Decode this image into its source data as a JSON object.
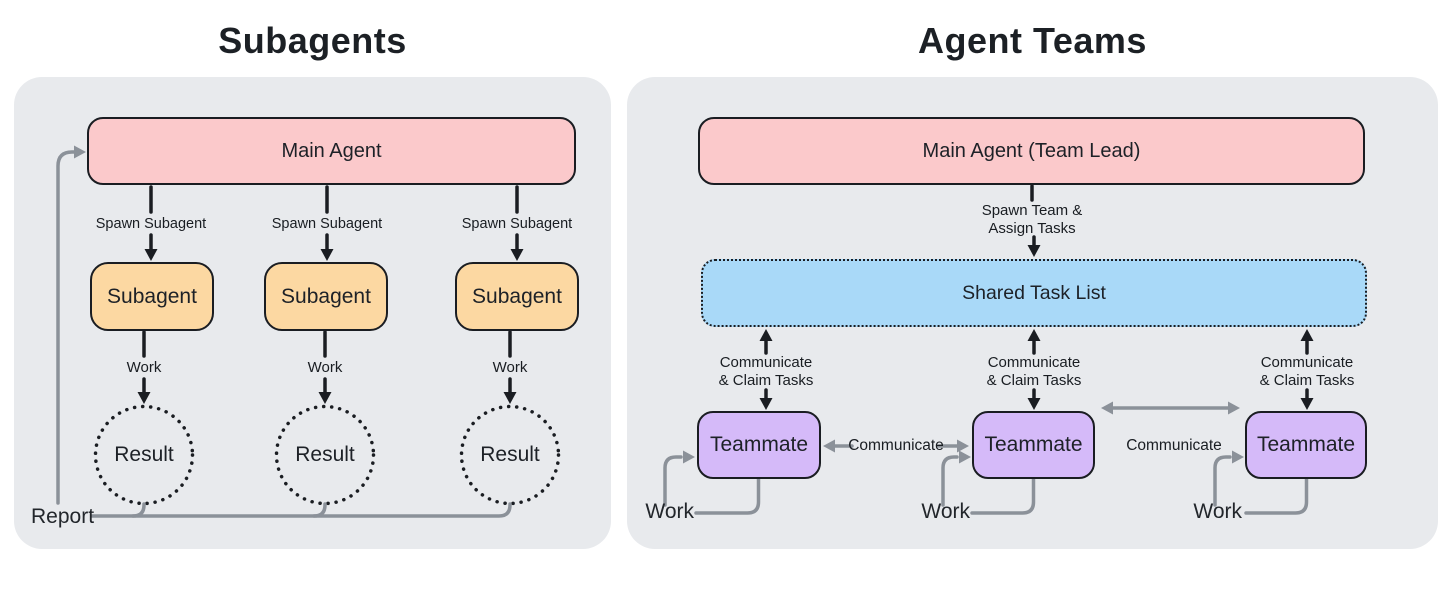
{
  "colors": {
    "panel_bg": "#e8eaed",
    "main_agent_fill": "#fbc9cb",
    "subagent_fill": "#fcd8a2",
    "task_list_fill": "#a9d9f8",
    "teammate_fill": "#d5baf9",
    "stroke_dark": "#1a1d22",
    "connector_gray": "#8b9199",
    "text_dark": "#22262b"
  },
  "left_panel": {
    "title": "Subagents",
    "main_agent_label": "Main Agent",
    "spawn_label": "Spawn Subagent",
    "subagent_label": "Subagent",
    "work_label": "Work",
    "result_label": "Result",
    "report_label": "Report"
  },
  "right_panel": {
    "title": "Agent Teams",
    "main_agent_label": "Main Agent (Team Lead)",
    "spawn_line1": "Spawn Team &",
    "spawn_line2": "Assign Tasks",
    "task_list_label": "Shared Task List",
    "claim_line1": "Communicate",
    "claim_line2": "& Claim Tasks",
    "teammate_label": "Teammate",
    "communicate_label": "Communicate",
    "work_label": "Work"
  }
}
